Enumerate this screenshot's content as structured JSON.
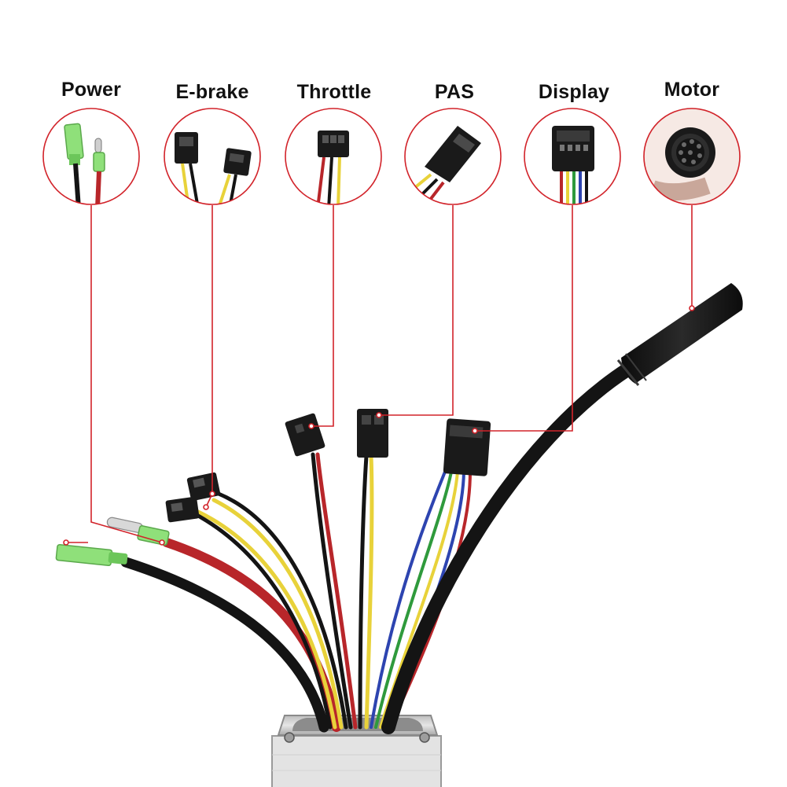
{
  "diagram": {
    "labels": {
      "power": "Power",
      "ebrake": "E-brake",
      "throttle": "Throttle",
      "pas": "PAS",
      "display": "Display",
      "motor": "Motor"
    },
    "colors": {
      "leader_line": "#d2232a",
      "cable_black": "#141414",
      "cable_red": "#b8262a",
      "cable_yellow": "#e8d23a",
      "cable_blue": "#2d44b0",
      "cable_green": "#2f9a3c",
      "connector_green": "#8fe07a",
      "controller_metal": "#c9c9c9"
    }
  }
}
